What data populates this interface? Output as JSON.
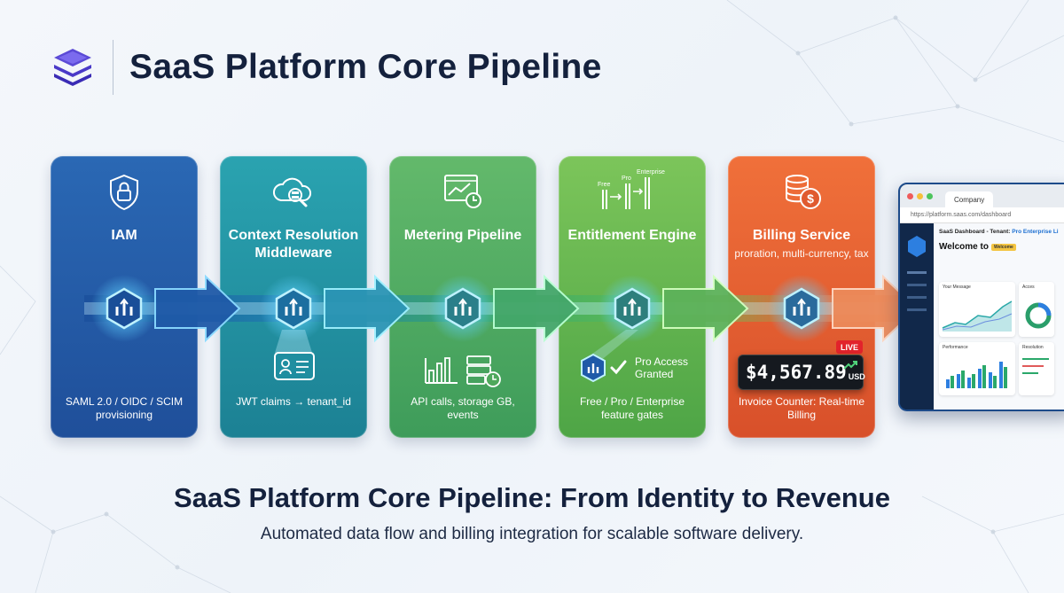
{
  "header": {
    "title": "SaaS Platform Core Pipeline",
    "logo_icon": "layers-icon"
  },
  "stages": [
    {
      "title": "IAM",
      "subtitle": "",
      "description": "SAML 2.0 / OIDC / SCIM provisioning",
      "color": "#2160a8",
      "icon": "shield-lock-icon"
    },
    {
      "title": "Context Resolution Middleware",
      "subtitle": "",
      "description": "JWT claims → tenant_id",
      "color": "#2596a6",
      "icon": "cloud-search-icon"
    },
    {
      "title": "Metering Pipeline",
      "subtitle": "",
      "description": "API calls, storage GB, events",
      "color": "#52ad63",
      "icon": "chart-clock-icon"
    },
    {
      "title": "Entitlement Engine",
      "subtitle": "",
      "description": "Free / Pro / Enterprise feature gates",
      "color": "#68b950",
      "icon": "tier-steps-icon"
    },
    {
      "title": "Billing Service",
      "subtitle": "proration, multi-currency, tax",
      "description": "Invoice Counter: Real-time Billing",
      "color": "#e45f32",
      "icon": "coins-dollar-icon"
    }
  ],
  "tiers": {
    "free": "Free",
    "pro": "Pro",
    "enterprise": "Enterprise"
  },
  "access": {
    "label_line1": "Pro Access",
    "label_line2": "Granted"
  },
  "billing": {
    "live_badge": "LIVE",
    "amount": "$4,567.89",
    "currency": "USD"
  },
  "dashboard": {
    "tab": "Company",
    "url": "https://platform.saas.com/dashboard",
    "header_prefix": "SaaS Dashboard - Tenant:",
    "header_tenant": "Pro Enterprise Li",
    "welcome": "Welcome to",
    "chip": "Welcome",
    "card1": "Your Message",
    "card2": "Acces",
    "card3": "Performance",
    "card4": "Resolution"
  },
  "footer": {
    "title": "SaaS Platform Core Pipeline: From Identity to Revenue",
    "subtitle": "Automated data flow and billing integration for scalable software delivery."
  },
  "colors": {
    "accent": "#4f3fcf",
    "arrow_glow": "#7ad6ff",
    "node_core": "#1a5aa8",
    "title": "#14213d"
  }
}
